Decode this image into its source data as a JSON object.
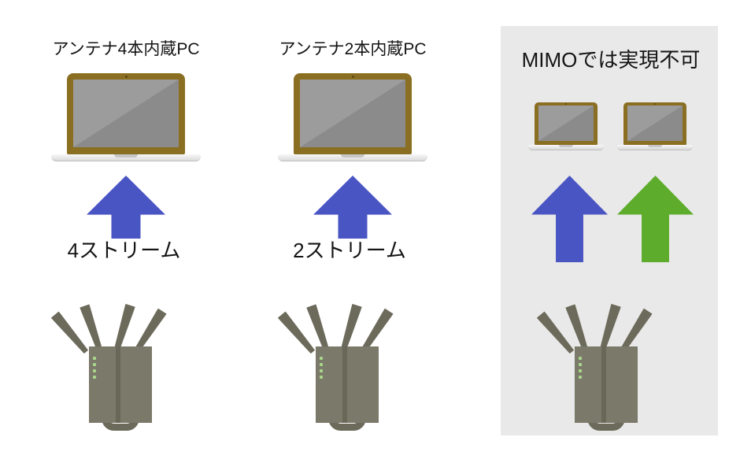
{
  "diagram": {
    "columns": [
      {
        "title": "アンテナ4本内蔵PC",
        "stream_label": "4ストリーム",
        "arrow_color": "#4a55c4",
        "wifi_colors": [
          "#4a55c4",
          "#4a55c4",
          "#4a55c4",
          "#4a55c4"
        ]
      },
      {
        "title": "アンテナ2本内蔵PC",
        "stream_label": "2ストリーム",
        "arrow_color": "#4a55c4",
        "wifi_colors": [
          null,
          null,
          "#4a55c4",
          "#4a55c4"
        ]
      },
      {
        "title": "MIMOでは実現不可",
        "arrow_colors": [
          "#4a55c4",
          "#5dac2b"
        ],
        "wifi_colors": [
          "#4a55c4",
          "#4a55c4",
          "#5dac2b",
          "#5dac2b"
        ]
      }
    ],
    "colors": {
      "stream_blue": "#4a55c4",
      "stream_green": "#5dac2b",
      "panel_bg": "#e9e9e9",
      "router_body": "#7b7969",
      "led_green": "#a8d68a"
    }
  }
}
